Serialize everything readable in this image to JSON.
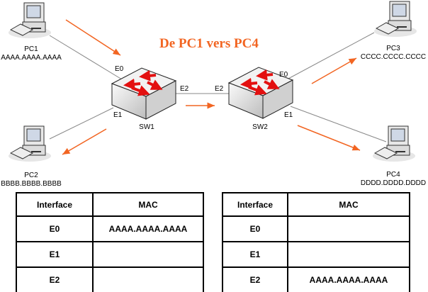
{
  "title": "De PC1 vers PC4",
  "colors": {
    "arrow": "#f26522",
    "switch_arrow": "#e31010"
  },
  "pcs": [
    {
      "name": "PC1",
      "mac": "AAAA.AAAA.AAAA"
    },
    {
      "name": "PC2",
      "mac": "BBBB.BBBB.BBBB"
    },
    {
      "name": "PC3",
      "mac": "CCCC.CCCC.CCCC"
    },
    {
      "name": "PC4",
      "mac": "DDDD.DDDD.DDDD"
    }
  ],
  "switches": [
    {
      "name": "SW1",
      "ports": {
        "e0": "E0",
        "e1": "E1",
        "e2": "E2"
      }
    },
    {
      "name": "SW2",
      "ports": {
        "e0": "E0",
        "e1": "E1",
        "e2": "E2"
      }
    }
  ],
  "tables": [
    {
      "headers": [
        "Interface",
        "MAC"
      ],
      "rows": [
        [
          "E0",
          "AAAA.AAAA.AAAA"
        ],
        [
          "E1",
          ""
        ],
        [
          "E2",
          ""
        ]
      ]
    },
    {
      "headers": [
        "Interface",
        "MAC"
      ],
      "rows": [
        [
          "E0",
          ""
        ],
        [
          "E1",
          ""
        ],
        [
          "E2",
          "AAAA.AAAA.AAAA"
        ]
      ]
    }
  ]
}
